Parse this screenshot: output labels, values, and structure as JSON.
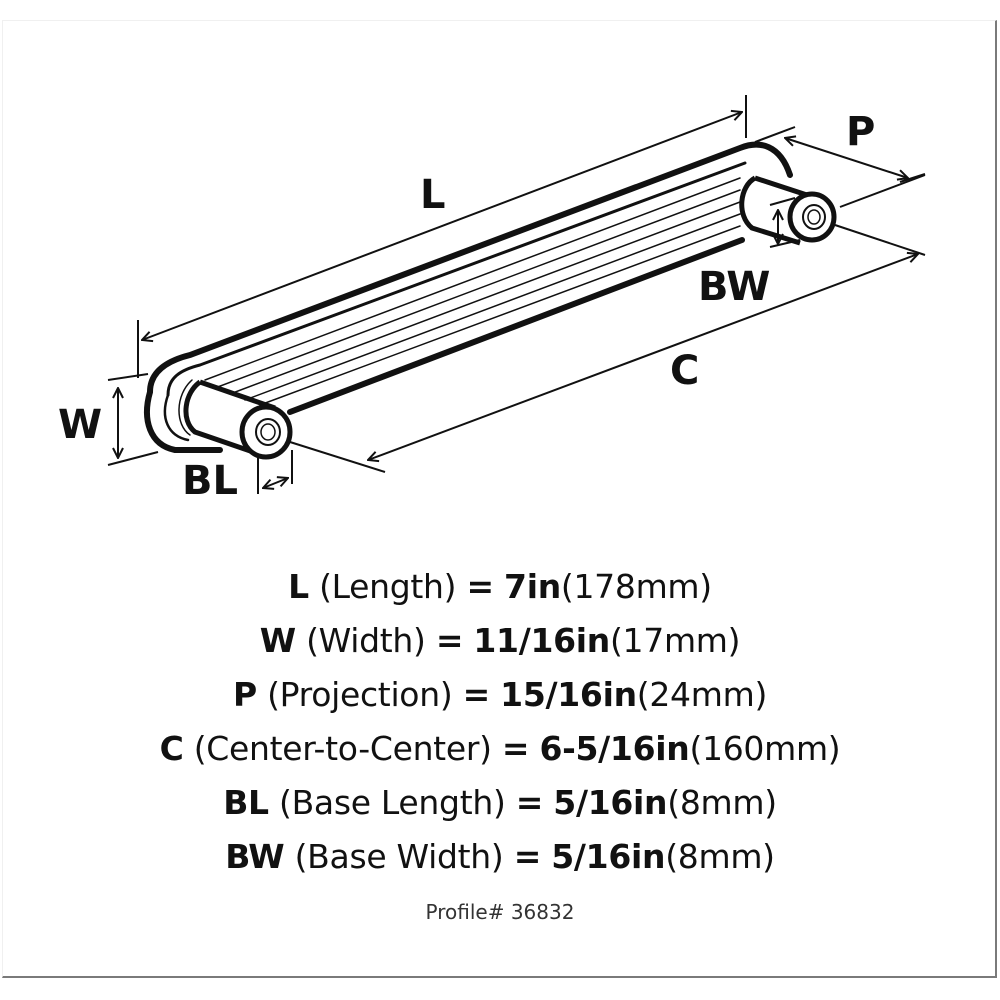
{
  "diagram": {
    "subject": "cabinet-bar-pull",
    "dimension_labels": {
      "L": "L",
      "P": "P",
      "BW": "BW",
      "C": "C",
      "W": "W",
      "BL": "BL"
    }
  },
  "specs": [
    {
      "key": "L",
      "name": "(Length)",
      "eq": "=",
      "imperial": "7in",
      "metric": "(178mm)"
    },
    {
      "key": "W",
      "name": "(Width)",
      "eq": "=",
      "imperial": "11/16in",
      "metric": "(17mm)"
    },
    {
      "key": "P",
      "name": "(Projection)",
      "eq": "=",
      "imperial": "15/16in",
      "metric": "(24mm)"
    },
    {
      "key": "C",
      "name": "(Center-to-Center)",
      "eq": "=",
      "imperial": "6-5/16in",
      "metric": "(160mm)"
    },
    {
      "key": "BL",
      "name": "(Base Length)",
      "eq": "=",
      "imperial": "5/16in",
      "metric": "(8mm)"
    },
    {
      "key": "BW",
      "name": "(Base Width)",
      "eq": "=",
      "imperial": "5/16in",
      "metric": "(8mm)"
    }
  ],
  "footer": {
    "profile": "Profile# 36832"
  },
  "colors": {
    "ink": "#111111",
    "frame": "#7a7a7a",
    "background": "#ffffff"
  }
}
